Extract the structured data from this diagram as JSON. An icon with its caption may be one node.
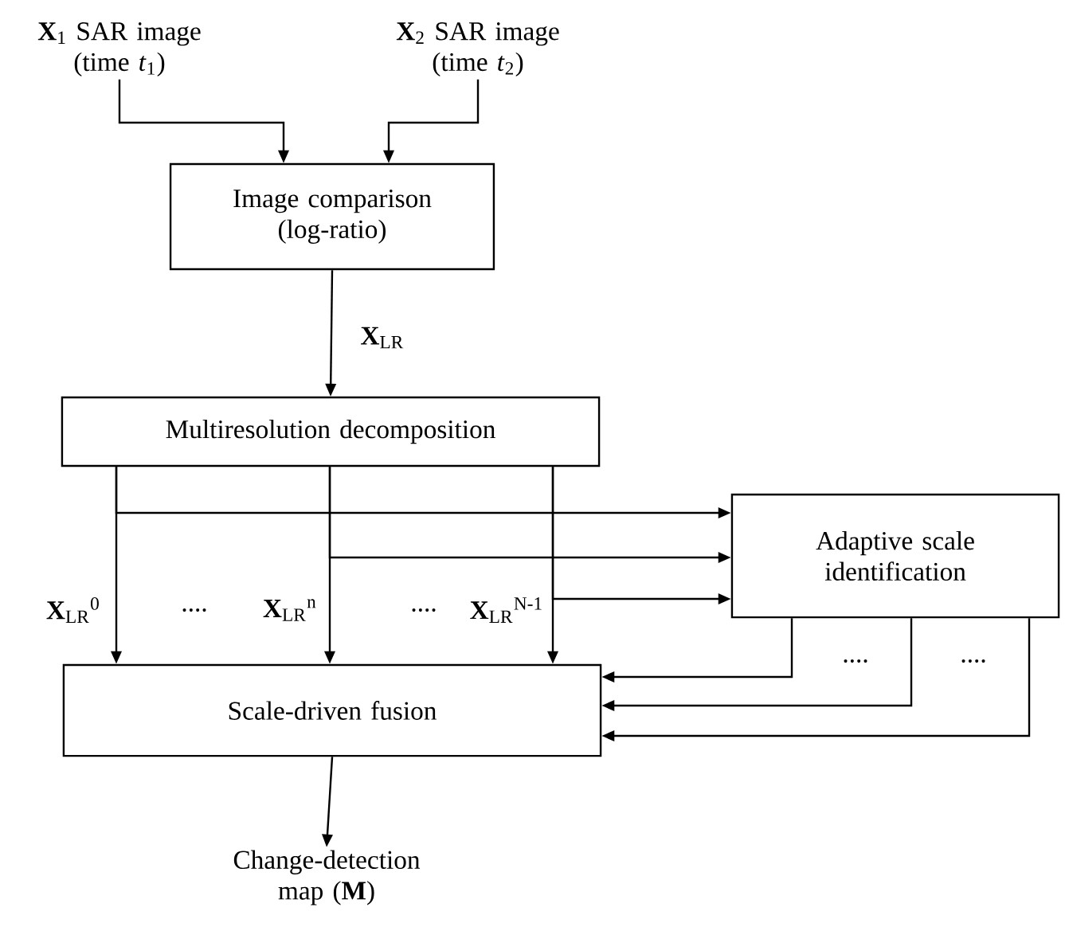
{
  "diagram": {
    "nodes": [
      {
        "text": [
          "**X**$_{1}$ SAR image (time *t*$_{1}$)"
        ]
      },
      {
        "text": [
          "**X**$_{2}$ SAR image (time *t*$_{2}$)"
        ]
      },
      {
        "text": [
          "Image comparison (log-ratio)"
        ]
      },
      {
        "text": [
          "Multiresolution decomposition"
        ]
      },
      {
        "text": [
          "Adaptive scale identification"
        ]
      },
      {
        "text": [
          "Scale-driven fusion"
        ]
      },
      {
        "text": [
          "Change-detection map (**M**)"
        ]
      }
    ],
    "edges": [
      {
        "from": 0,
        "to": 2,
        "arrow": "to"
      },
      {
        "from": 1,
        "to": 2,
        "arrow": "to"
      },
      {
        "from": 2,
        "to": 3,
        "arrow": "to",
        "label": "**X**$_{LR}$"
      },
      {
        "from": 3,
        "to": 5,
        "arrow": "to",
        "label": "**X**$_{LR}$$^{0}$"
      },
      {
        "from": 3,
        "to": 5,
        "arrow": "to",
        "label": "**X**$_{LR}$$^{n}$"
      },
      {
        "from": 3,
        "to": 5,
        "arrow": "to",
        "label": "**X**$_{LR}$$^{N-1}$"
      },
      {
        "from": 3,
        "to": 4,
        "arrow": "to"
      },
      {
        "from": 3,
        "to": 4,
        "arrow": "to"
      },
      {
        "from": 3,
        "to": 4,
        "arrow": "to"
      },
      {
        "from": 4,
        "to": 5,
        "arrow": "to"
      },
      {
        "from": 4,
        "to": 5,
        "arrow": "to"
      },
      {
        "from": 4,
        "to": 5,
        "arrow": "to"
      },
      {
        "from": 5,
        "to": 6,
        "arrow": "to"
      }
    ],
    "labels": [
      "....",
      "....",
      "....",
      "...."
    ]
  }
}
